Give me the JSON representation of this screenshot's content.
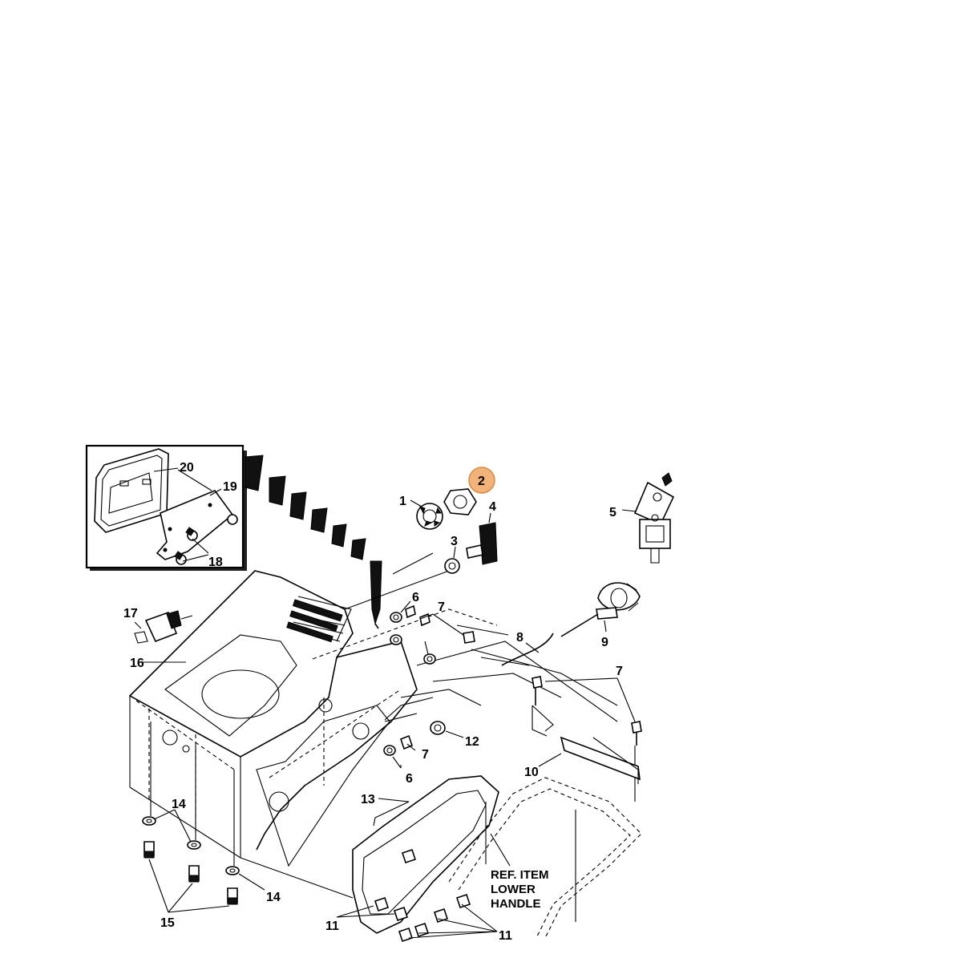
{
  "callouts": {
    "c1": "1",
    "c2": "2",
    "c3": "3",
    "c4": "4",
    "c5": "5",
    "c6a": "6",
    "c6b": "6",
    "c7a": "7",
    "c7b": "7",
    "c7c": "7",
    "c8": "8",
    "c9": "9",
    "c10": "10",
    "c11a": "11",
    "c11b": "11",
    "c12": "12",
    "c13": "13",
    "c14a": "14",
    "c14b": "14",
    "c15": "15",
    "c16": "16",
    "c17": "17",
    "c18": "18",
    "c19": "19",
    "c20": "20"
  },
  "reference_note": {
    "line1": "REF. ITEM",
    "line2": "LOWER",
    "line3": "HANDLE"
  },
  "highlight": {
    "part": "2",
    "color": "#f2b37a",
    "border_color": "#d98a3f"
  }
}
